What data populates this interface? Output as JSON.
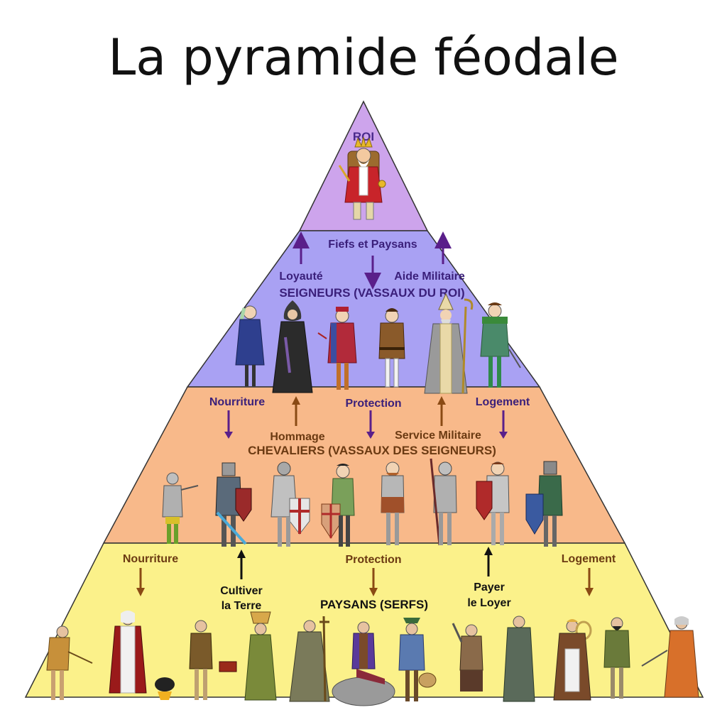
{
  "title": "La pyramide féodale",
  "colors": {
    "roi_fill": "#cda4ec",
    "seigneurs_fill": "#a9a1f3",
    "chevaliers_fill": "#f8b98a",
    "paysans_fill": "#fbf18a",
    "outline": "#333333",
    "purple_text": "#4a2a8c",
    "brown_text": "#6b3a12",
    "purple_arrow": "#5a1f8a",
    "brown_arrow": "#8a4a14",
    "black": "#111111"
  },
  "tiers": {
    "roi": {
      "label": "ROI",
      "icon": "king-on-throne-icon"
    },
    "seigneurs": {
      "label": "SEIGNEURS (VASSAUX DU ROI)",
      "figures": [
        "lady-icon",
        "monk-icon",
        "noble-icon",
        "merchant-icon",
        "bishop-icon",
        "nobleman-icon"
      ]
    },
    "chevaliers": {
      "label": "CHEVALIERS (VASSAUX DES SEIGNEURS)",
      "figures": [
        "squire-icon",
        "knight-icon",
        "crusader-knight-icon",
        "young-knight-icon",
        "soldier-icon",
        "spear-knight-icon",
        "shield-knight-icon",
        "armored-knight-icon"
      ]
    },
    "paysans": {
      "label": "PAYSANS (SERFS)",
      "figures": [
        "farmer-icon",
        "cook-icon",
        "water-carrier-icon",
        "basket-woman-icon",
        "friar-icon",
        "seated-peasant-icon",
        "woodsman-icon",
        "blacksmith-icon",
        "monk-peasant-icon",
        "maid-icon",
        "old-man-icon",
        "old-woman-icon"
      ]
    }
  },
  "relations": {
    "roi_seigneurs": {
      "down": "Fiefs et Paysans",
      "up_left": "Loyauté",
      "up_right": "Aide Militaire"
    },
    "seigneurs_chevaliers": {
      "down_left": "Nourriture",
      "down_center": "Protection",
      "down_right": "Logement",
      "up_left": "Hommage",
      "up_right": "Service Militaire"
    },
    "chevaliers_paysans": {
      "down_left": "Nourriture",
      "down_center": "Protection",
      "down_right": "Logement",
      "up_left_line1": "Cultiver",
      "up_left_line2": "la Terre",
      "up_right_line1": "Payer",
      "up_right_line2": "le Loyer"
    }
  }
}
